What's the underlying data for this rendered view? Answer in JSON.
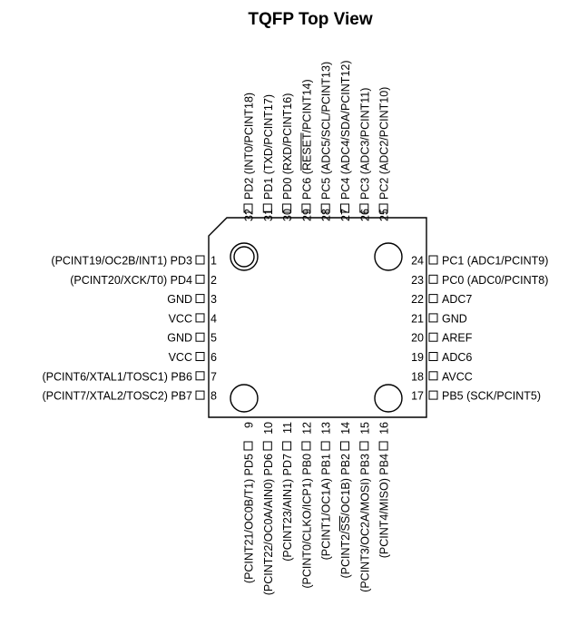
{
  "title": "TQFP Top View",
  "pins": {
    "left": [
      {
        "num": "1",
        "label": "(PCINT19/OC2B/INT1) PD3"
      },
      {
        "num": "2",
        "label": "(PCINT20/XCK/T0) PD4"
      },
      {
        "num": "3",
        "label": "GND"
      },
      {
        "num": "4",
        "label": "VCC"
      },
      {
        "num": "5",
        "label": "GND"
      },
      {
        "num": "6",
        "label": "VCC"
      },
      {
        "num": "7",
        "label": "(PCINT6/XTAL1/TOSC1) PB6"
      },
      {
        "num": "8",
        "label": "(PCINT7/XTAL2/TOSC2) PB7"
      }
    ],
    "bottom": [
      {
        "num": "9",
        "label": "(PCINT21/OC0B/T1) PD5"
      },
      {
        "num": "10",
        "label": "(PCINT22/OC0A/AIN0) PD6"
      },
      {
        "num": "11",
        "label": "(PCINT23/AIN1) PD7"
      },
      {
        "num": "12",
        "label": "(PCINT0/CLKO/ICP1) PB0"
      },
      {
        "num": "13",
        "label": "(PCINT1/OC1A) PB1"
      },
      {
        "num": "14",
        "label": "(PCINT2/SS/OC1B) PB2"
      },
      {
        "num": "15",
        "label": "(PCINT3/OC2A/MOSI) PB3"
      },
      {
        "num": "16",
        "label": "(PCINT4/MISO) PB4"
      }
    ],
    "right": [
      {
        "num": "17",
        "label": "PB5 (SCK/PCINT5)"
      },
      {
        "num": "18",
        "label": "AVCC"
      },
      {
        "num": "19",
        "label": "ADC6"
      },
      {
        "num": "20",
        "label": "AREF"
      },
      {
        "num": "21",
        "label": "GND"
      },
      {
        "num": "22",
        "label": "ADC7"
      },
      {
        "num": "23",
        "label": "PC0 (ADC0/PCINT8)"
      },
      {
        "num": "24",
        "label": "PC1 (ADC1/PCINT9)"
      }
    ],
    "top": [
      {
        "num": "25",
        "label": "PC2 (ADC2/PCINT10)"
      },
      {
        "num": "26",
        "label": "PC3 (ADC3/PCINT11)"
      },
      {
        "num": "27",
        "label": "PC4 (ADC4/SDA/PCINT12)"
      },
      {
        "num": "28",
        "label": "PC5 (ADC5/SCL/PCINT13)"
      },
      {
        "num": "29",
        "label": "PC6 (RESET/PCINT14)"
      },
      {
        "num": "30",
        "label": "PD0 (RXD/PCINT16)"
      },
      {
        "num": "31",
        "label": "PD1 (TXD/PCINT17)"
      },
      {
        "num": "32",
        "label": "PD2 (INT0/PCINT18)"
      }
    ]
  }
}
